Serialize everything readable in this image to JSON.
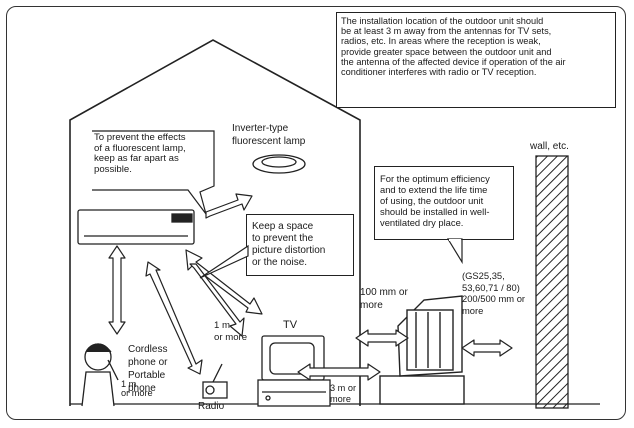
{
  "notes": {
    "antenna_note": "The installation location of the outdoor unit should\nbe at least 3 m away from the antennas for TV sets,\nradios, etc. In areas where the reception is weak,\nprovide greater space between the outdoor unit and\nthe antenna of the affected device if operation of the air\nconditioner interferes with radio or TV reception.",
    "fluorescent_note": "To prevent the effects\nof a fluorescent lamp,\nkeep as far apart as\npossible.",
    "space_note": "Keep a space\nto prevent the\npicture distortion\nor the noise.",
    "efficiency_note": "For the optimum efficiency\nand to extend the life time\nof using, the outdoor unit\nshould be installed in well-\nventilated dry place."
  },
  "labels": {
    "lamp": "Inverter-type\nfluorescent lamp",
    "wall": "wall, etc.",
    "clearance_100": "100 mm or\nmore",
    "models": "(GS25,35,\n  53,60,71 / 80)\n200/500 mm or\nmore",
    "one_m": "1 m\nor more",
    "tv": "TV",
    "three_m": "3 m or\nmore",
    "phone": "Cordless\nphone or\nPortable\nphone",
    "phone_overlap": "1 m\nor more",
    "radio": "Radio"
  }
}
